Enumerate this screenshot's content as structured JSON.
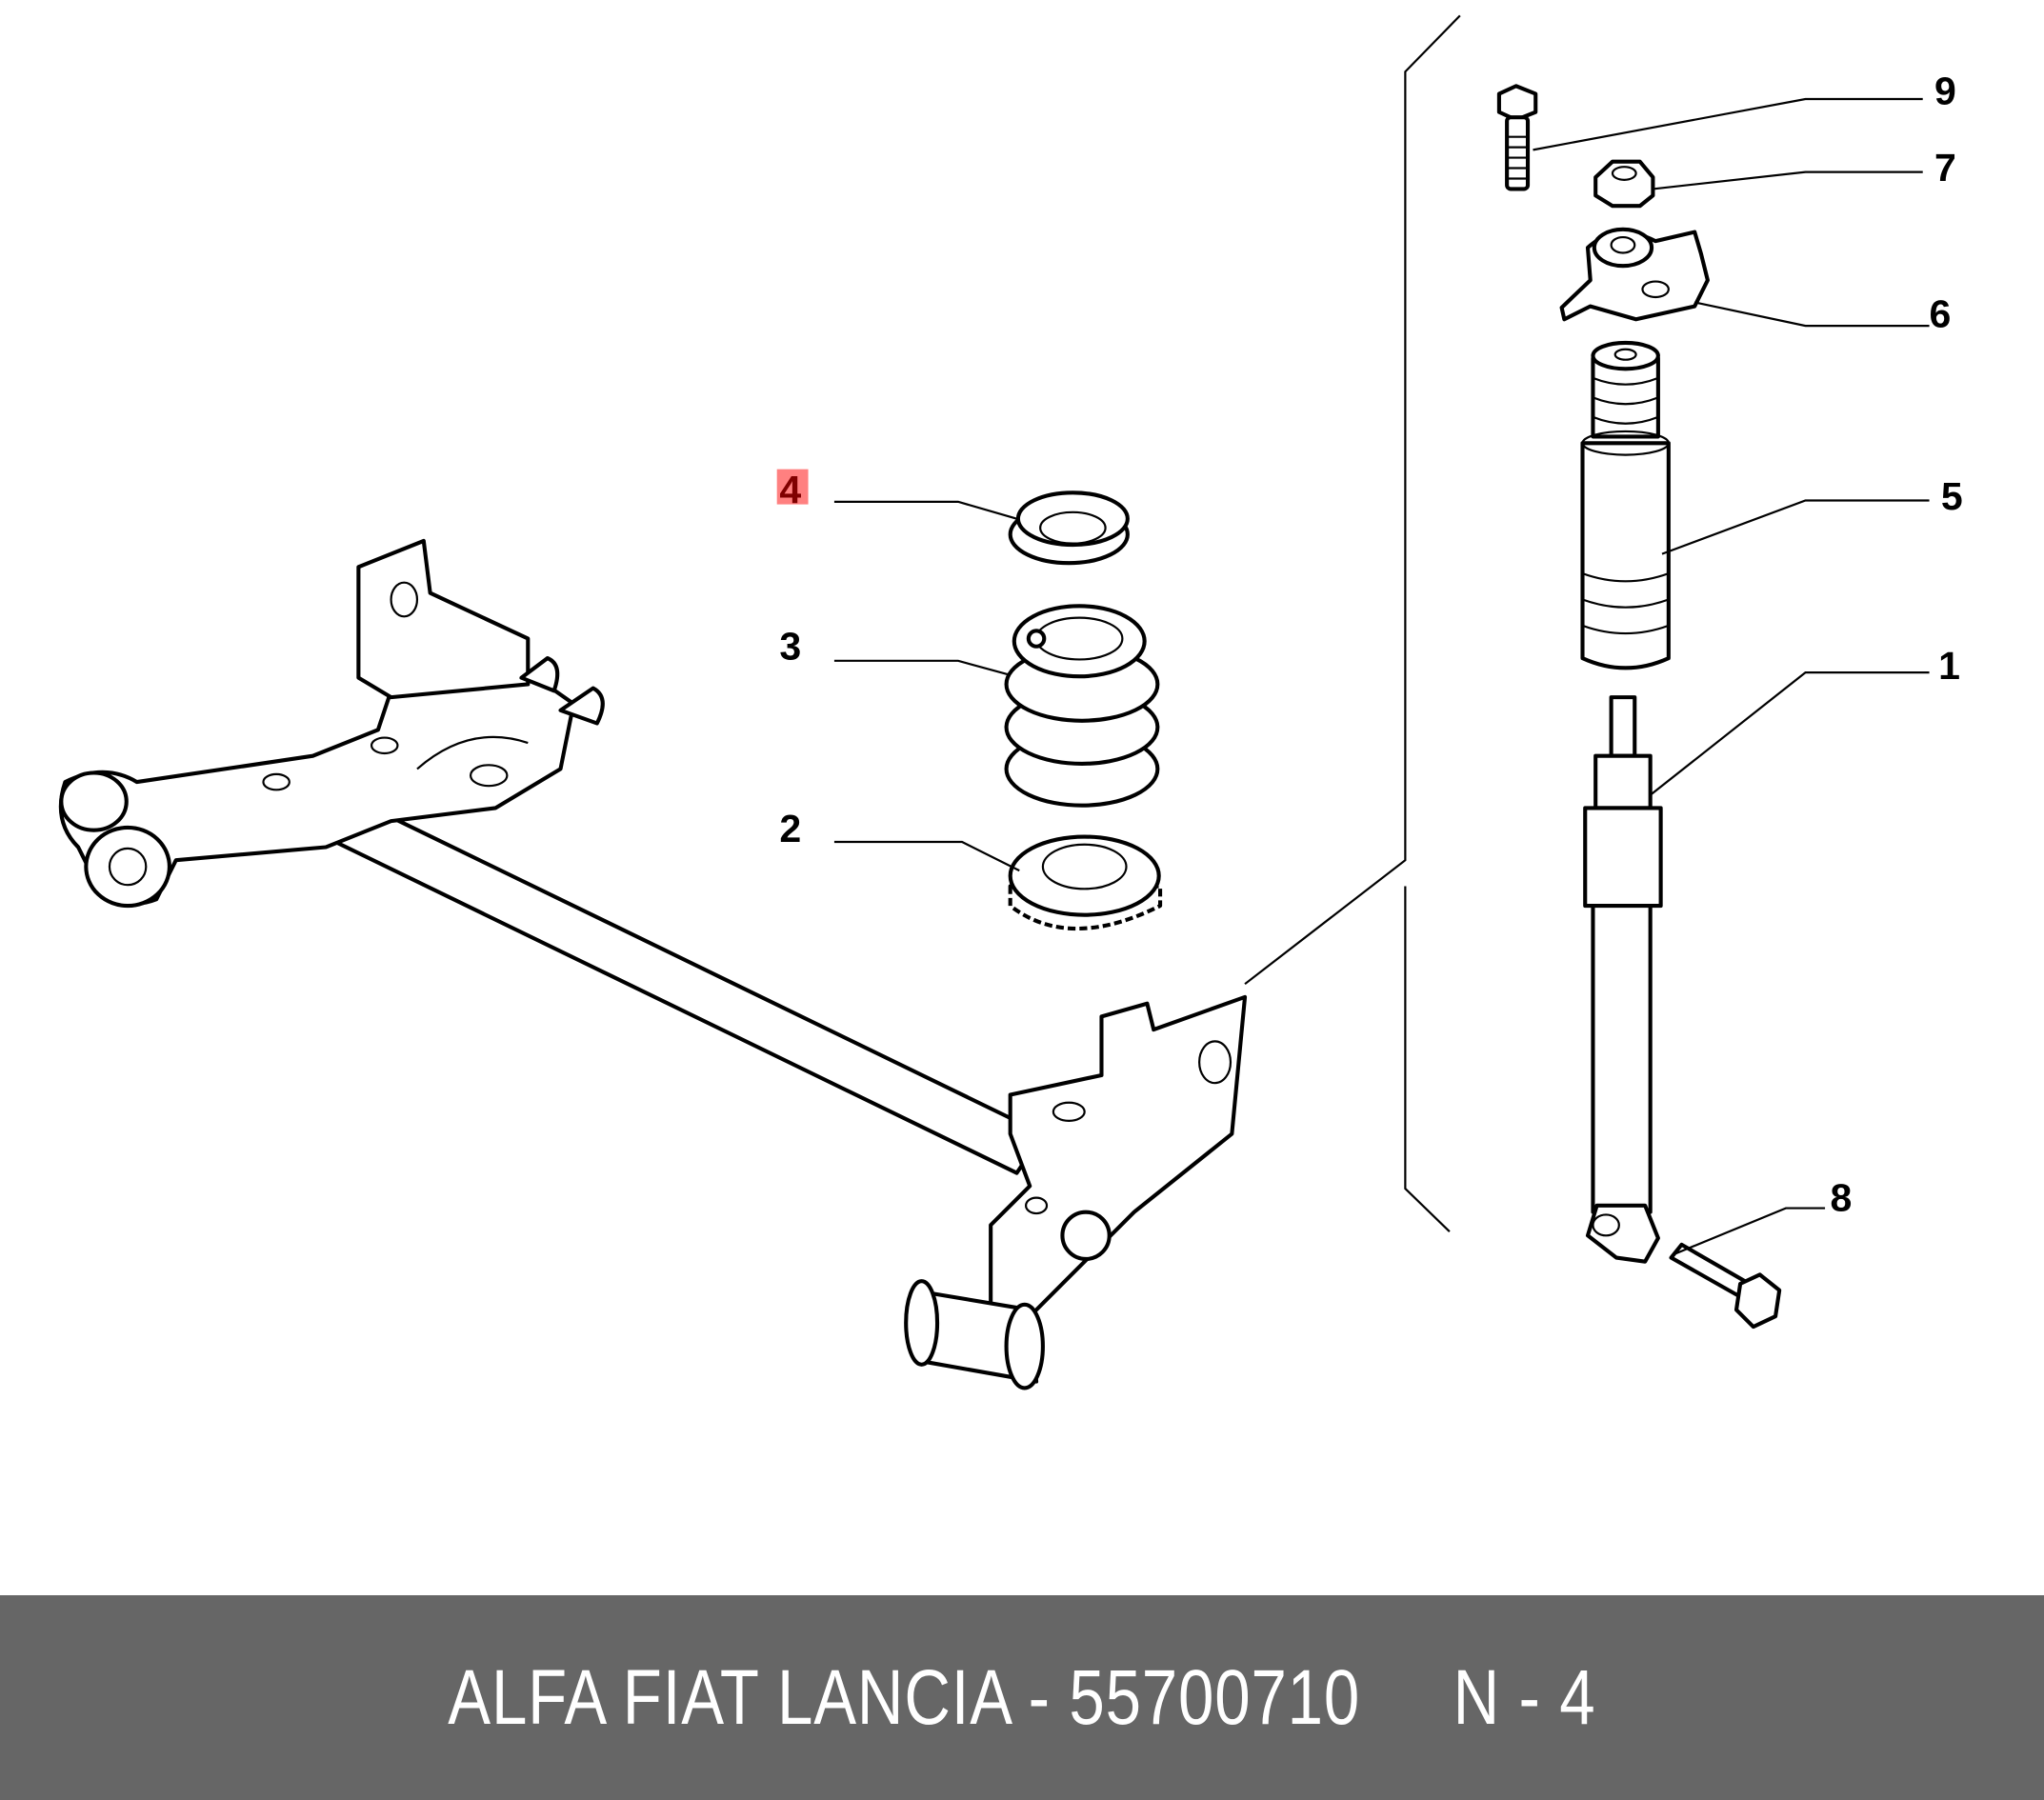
{
  "diagram": {
    "callouts": [
      {
        "id": "9",
        "label": "9"
      },
      {
        "id": "7",
        "label": "7"
      },
      {
        "id": "6",
        "label": "6"
      },
      {
        "id": "5",
        "label": "5"
      },
      {
        "id": "1",
        "label": "1"
      },
      {
        "id": "8",
        "label": "8"
      },
      {
        "id": "4",
        "label": "4",
        "highlighted": true
      },
      {
        "id": "3",
        "label": "3"
      },
      {
        "id": "2",
        "label": "2"
      }
    ],
    "highlight_color": "#ff8080"
  },
  "footer": {
    "text": "ALFA FIAT LANCIA - 55700710     N - 4"
  }
}
